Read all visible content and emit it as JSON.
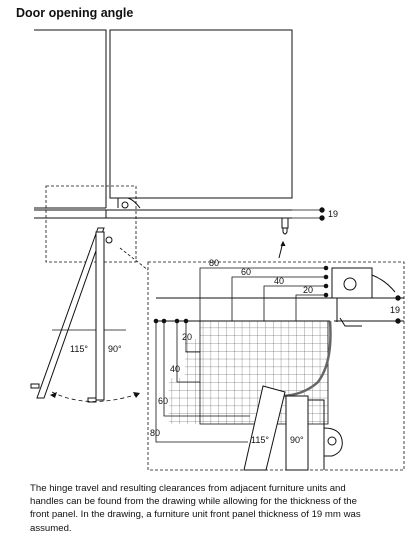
{
  "title": "Door opening angle",
  "labels": {
    "top_19": "19",
    "dim_80": "80",
    "dim_60": "60",
    "dim_40": "40",
    "dim_20": "20",
    "right_19": "19",
    "left_20": "20",
    "left_40": "40",
    "left_60": "60",
    "left_80": "80",
    "angle_115_left": "115°",
    "angle_90_left": "90°",
    "angle_115_detail": "115°",
    "angle_90_detail": "90°"
  },
  "caption": "The hinge travel and resulting clearances from adjacent furniture units and handles can be found from the drawing while allowing for the thickness of the front panel. In the drawing, a furniture unit front panel thickness of 19 mm was assumed."
}
